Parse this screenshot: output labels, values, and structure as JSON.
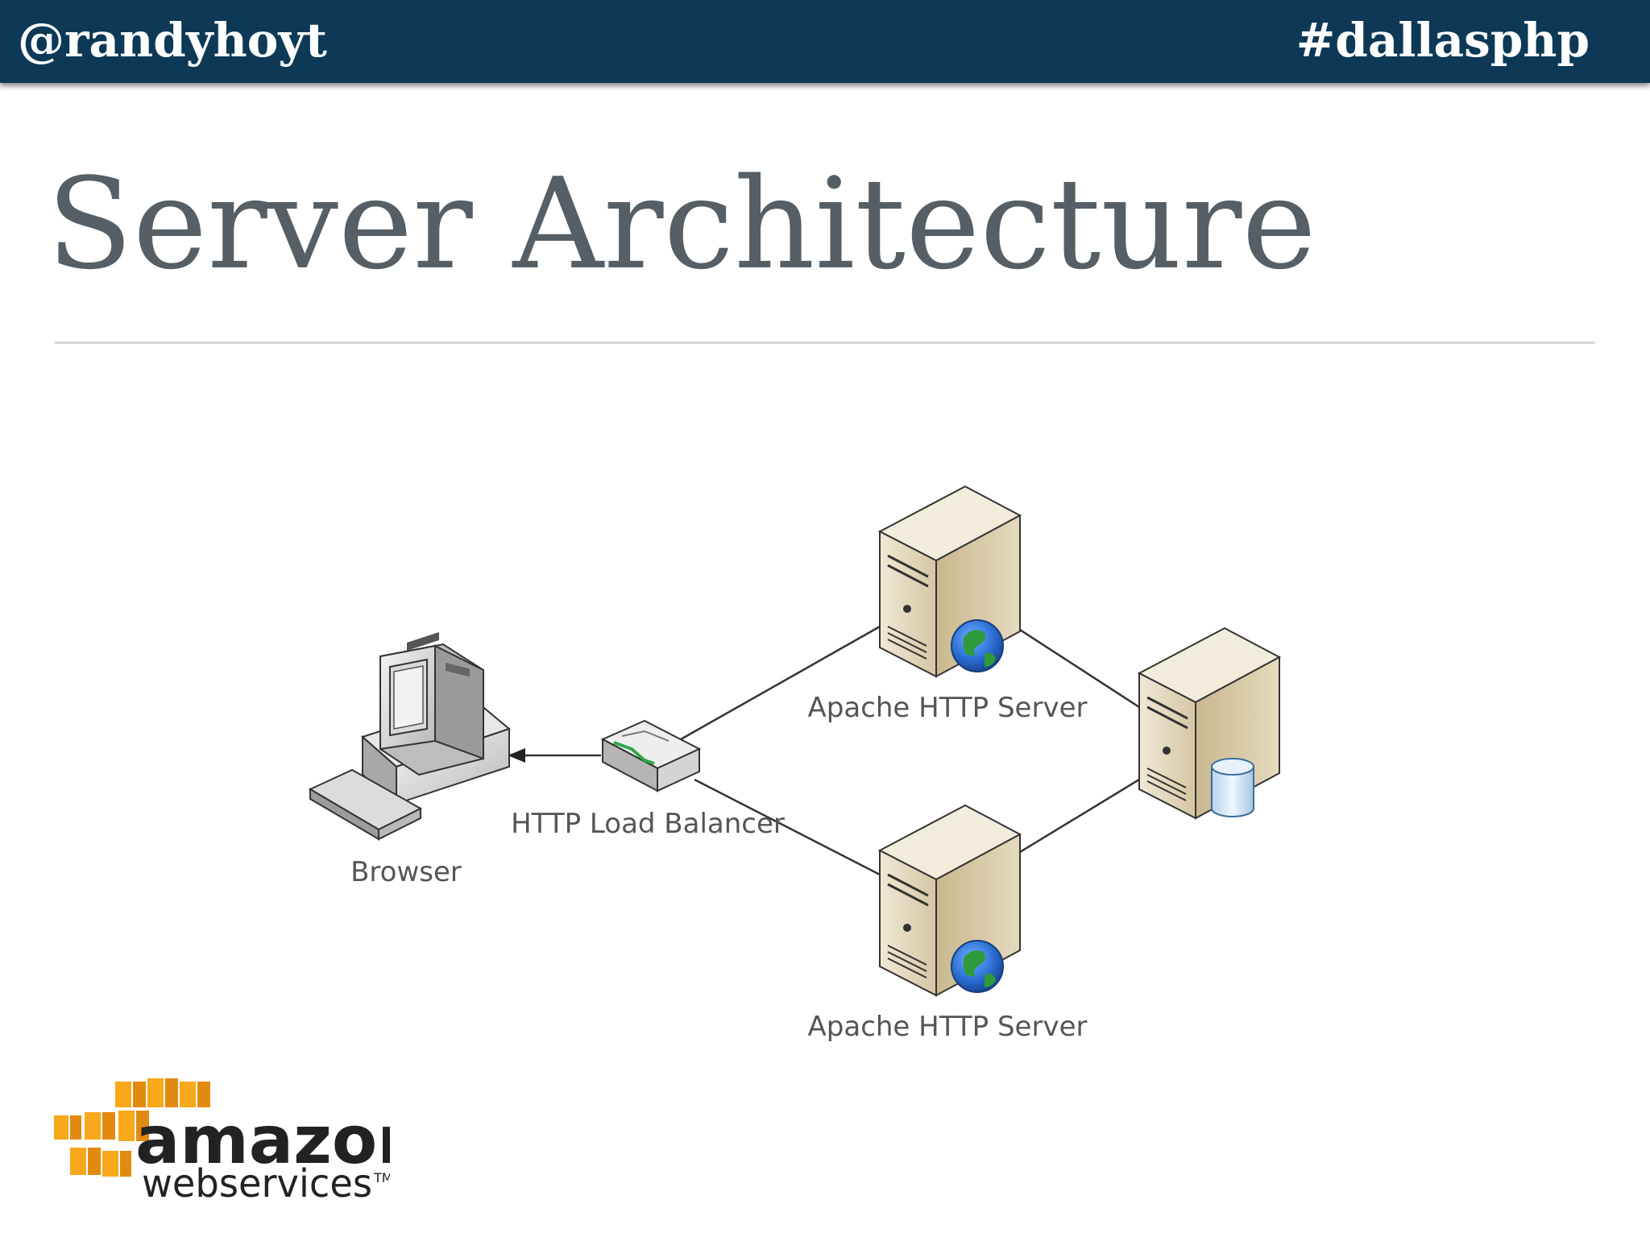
{
  "header": {
    "handle": "@randyhoyt",
    "hashtag": "#dallasphp"
  },
  "slide": {
    "title": "Server Architecture"
  },
  "diagram": {
    "nodes": {
      "browser": "Browser",
      "load_balancer": "HTTP Load Balancer",
      "web_server_top": "Apache HTTP Server",
      "web_server_bottom": "Apache HTTP Server",
      "database_server": ""
    }
  },
  "logo": {
    "word_top": "amazon",
    "word_bottom": "webservices",
    "tm": "TM",
    "colors": {
      "cube_orange": "#f7a81b",
      "cube_dark": "#e28a0f",
      "text": "#222222"
    }
  },
  "colors": {
    "header_bg": "#0d3957",
    "title": "#555f65",
    "rule": "#d4d6d8",
    "server_beige": "#e6dcc4",
    "globe_blue": "#2a6ed3",
    "cylinder_blue": "#cfe2f2"
  }
}
